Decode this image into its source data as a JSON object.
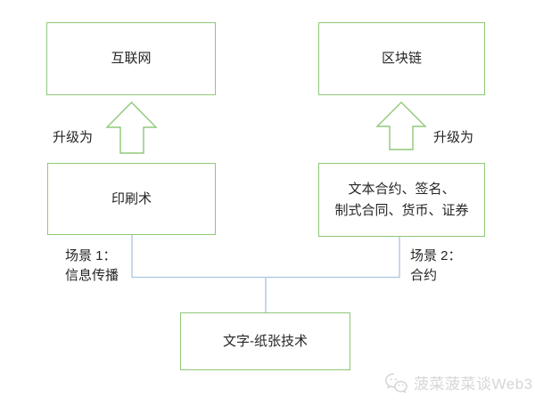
{
  "diagram": {
    "colors": {
      "box_border": "#8fc878",
      "connector": "#b5cbe2",
      "text": "#262626",
      "watermark": "#d6d6d6"
    },
    "boxes": {
      "internet": {
        "label": "互联网"
      },
      "blockchain": {
        "label": "区块链"
      },
      "printing": {
        "label": "印刷术"
      },
      "contracts": {
        "label": "文本合约、签名、\n制式合同、货币、证券"
      },
      "paper": {
        "label": "文字-纸张技术"
      }
    },
    "arrows": {
      "left_label": "升级为",
      "right_label": "升级为"
    },
    "scenes": {
      "scene1": "场景 1：\n信息传播",
      "scene2": "场景 2：\n合约"
    },
    "watermark": {
      "icon": "wechat-icon",
      "text": "菠菜菠菜谈Web3"
    }
  }
}
